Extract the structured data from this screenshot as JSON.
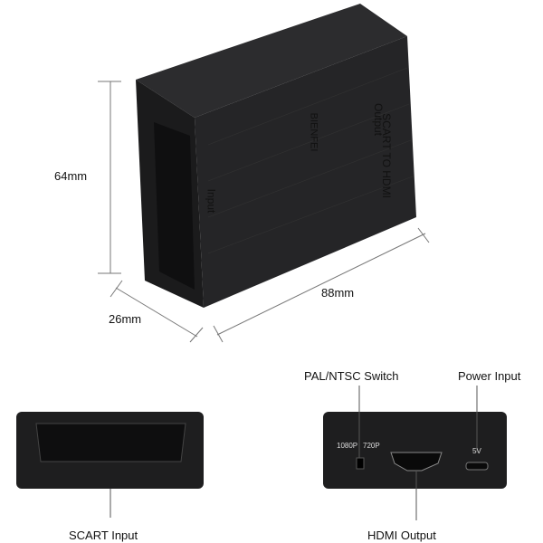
{
  "dimensions": {
    "height": "64mm",
    "depth": "26mm",
    "width": "88mm"
  },
  "device_text": {
    "brand": "BIENFEI",
    "input": "Input",
    "title_line1": "SCART TO HDMI",
    "title_line2": "Output"
  },
  "callouts": {
    "pal_ntsc": "PAL/NTSC Switch",
    "power": "Power Input",
    "scart": "SCART Input",
    "hdmi": "HDMI Output"
  },
  "port_labels": {
    "p1080": "1080P",
    "p720": "720P",
    "v5": "5V"
  }
}
